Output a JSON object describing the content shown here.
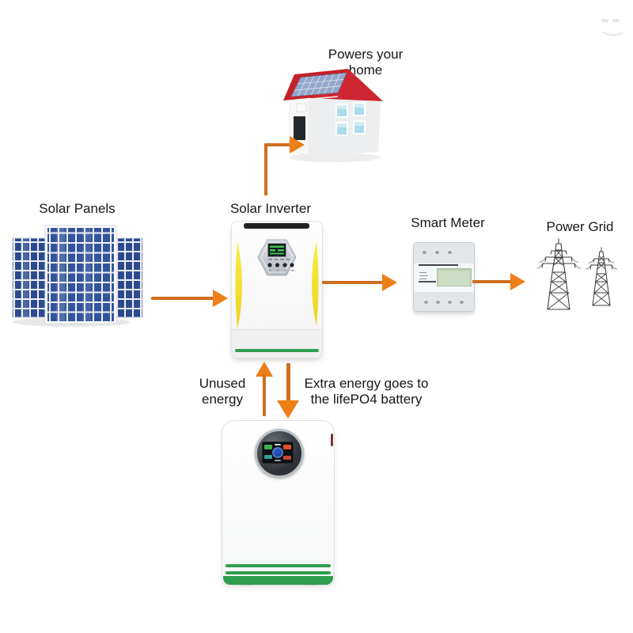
{
  "diagram": {
    "home": {
      "label_line1": "Powers your",
      "label_line2": "home"
    },
    "solar_panels": {
      "label": "Solar Panels"
    },
    "inverter": {
      "label": "Solar Inverter"
    },
    "smart_meter": {
      "label": "Smart Meter"
    },
    "power_grid": {
      "label": "Power Grid"
    },
    "battery_flow": {
      "unused_line1": "Unused",
      "unused_line2": "energy",
      "extra_line1": "Extra energy goes to",
      "extra_line2": "the lifePO4 battery"
    }
  },
  "colors": {
    "arrow_shaft": "#cf6f1e",
    "arrow_head": "#ee7e17",
    "roof_red": "#c32129",
    "accent_green": "#2f9e4f",
    "inverter_yellow": "#f2e338",
    "panel_blue": "#33549c",
    "meter_lcd_green": "#ccddc3",
    "window_blue": "#aadcec"
  }
}
